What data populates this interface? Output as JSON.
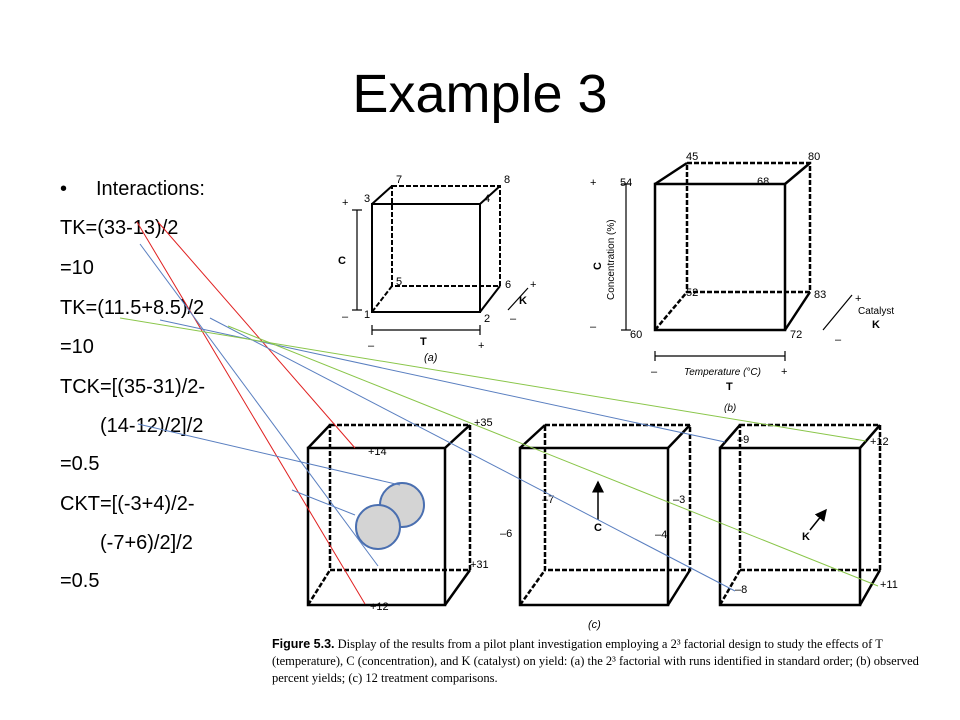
{
  "slide": {
    "title": "Example 3",
    "bullet": "Interactions:",
    "lines": [
      "TK=(33-13)/2",
      "=10",
      "TK=(11.5+8.5)/2",
      "=10",
      "TCK=[(35-31)/2-",
      "(14-12)/2]/2",
      "=0.5",
      "CKT=[(-3+4)/2-",
      "(-7+6)/2]/2",
      "=0.5"
    ]
  },
  "figure": {
    "cube_a": {
      "corners": [
        "1",
        "2",
        "3",
        "4",
        "5",
        "6",
        "7",
        "8"
      ],
      "axis_T": "T",
      "axis_C": "C",
      "axis_K": "K",
      "minus": "–",
      "plus": "+",
      "label": "(a)"
    },
    "cube_b": {
      "corners": [
        "60",
        "72",
        "54",
        "68",
        "52",
        "83",
        "45",
        "80"
      ],
      "axis_temp": "Temperature (°C)",
      "axis_T": "T",
      "axis_conc": "Concentration (%)",
      "axis_C": "C",
      "axis_cat": "Catalyst",
      "axis_K": "K",
      "minus": "–",
      "plus": "+",
      "label": "(b)"
    },
    "cube_c1": {
      "values": [
        "+35",
        "+14",
        "+31",
        "+12"
      ]
    },
    "cube_c2": {
      "values": [
        "–7",
        "–3",
        "–6",
        "–4"
      ],
      "axis": "C"
    },
    "cube_c3": {
      "values": [
        "–9",
        "+12",
        "–8",
        "+11"
      ],
      "axis": "K"
    },
    "label_c": "(c)",
    "caption_head": "Figure 5.3.",
    "caption_body": " Display of the results from a pilot plant investigation employing a 2³ factorial design to study the effects of T (temperature), C (concentration), and K (catalyst) on yield: (a) the 2³ factorial with runs identified in standard order; (b) observed percent yields; (c) 12 treatment comparisons."
  },
  "colors": {
    "red": "#e02020",
    "blue": "#5a7fc0",
    "green": "#8ac64a",
    "circle_fill": "#d4d4d4",
    "circle_stroke": "#4a6fb0"
  }
}
